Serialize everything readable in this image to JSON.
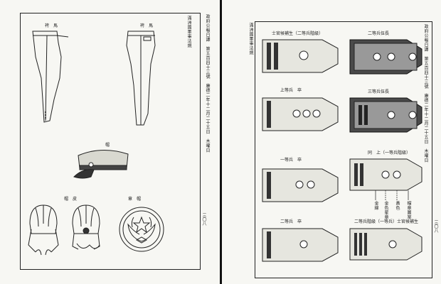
{
  "left_page": {
    "header_side": "滿洲國軍事法規",
    "header_gazette": "政府公報日譯　第五百四十三號　康德二年十二月二十五日　木曜日",
    "labels": {
      "trousers_front": "袴　馬",
      "trousers_back": "袴　馬",
      "cap": "帽",
      "fur_cap": "帽　皮",
      "badge": "章　帽"
    },
    "page_number": "三〇八"
  },
  "right_page": {
    "header_side": "滿洲國軍事法規",
    "header_gazette": "政府公報日譯　第五百四十三號　康德二年十二月二十五日　木曜日",
    "labels": {
      "r1_left": "士官候補生（二等兵階級）",
      "r1_right": "二等兵伍長",
      "r2_left": "上等兵　卒",
      "r2_right": "三等兵伍長",
      "r3_left": "一等兵　卒",
      "r3_right": "同　上（一等兵階級）",
      "r4_left": "二等兵　卒",
      "r4_right": "二等兵階級（一等兵）士官候補生",
      "r3_annot_1": "金線",
      "r3_annot_2": "金色星章",
      "r3_annot_3": "黃色",
      "r3_annot_4": "帽章圖案"
    },
    "page_number": "三〇八"
  }
}
